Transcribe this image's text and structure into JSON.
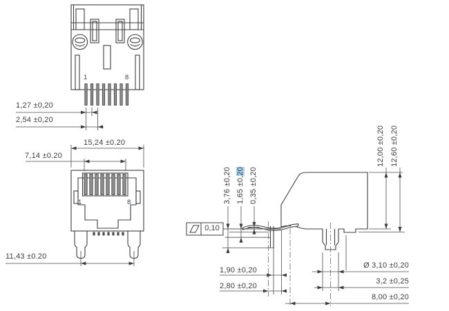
{
  "drawing": {
    "type": "technical-drawing-rj45-connector",
    "line_color": "#3c3c3c",
    "pin_fill": "#8f8f8f",
    "highlight_color": "#a8d3ee",
    "top_view": {
      "pin1_label": "1",
      "pin8_label": "8",
      "dim_pitch_half": "1,27 ±0,20",
      "dim_pitch": "2,54 ±0,20"
    },
    "front_view": {
      "pin1_label": "1",
      "pin8_label": "8",
      "dim_body_width": "15,24 ±0.20",
      "dim_contact_span": "7,14 ±0.20",
      "dim_post_spacing": "11,43 ±0.20"
    },
    "side_view": {
      "dim_pin_length": "3,76 ±0,20",
      "dim_standoff_prefix": "1,65 ±0,",
      "dim_standoff_highlighted": "20",
      "dim_contact_height": "0,35 ±0,20",
      "dim_body_height": "12,00 ±0,20",
      "dim_overall_height": "12,60 ±0,20",
      "dim_pin_offset": "1,90 ±0,20",
      "dim_pin_depth": "2,80 ±0,20",
      "dim_hole_diameter": "Ø 3,10 ±0,20",
      "dim_post_width": "3,2 ±0,25",
      "dim_post_offset": "8,00 ±0,20",
      "flatness_tolerance": "0,10"
    }
  }
}
